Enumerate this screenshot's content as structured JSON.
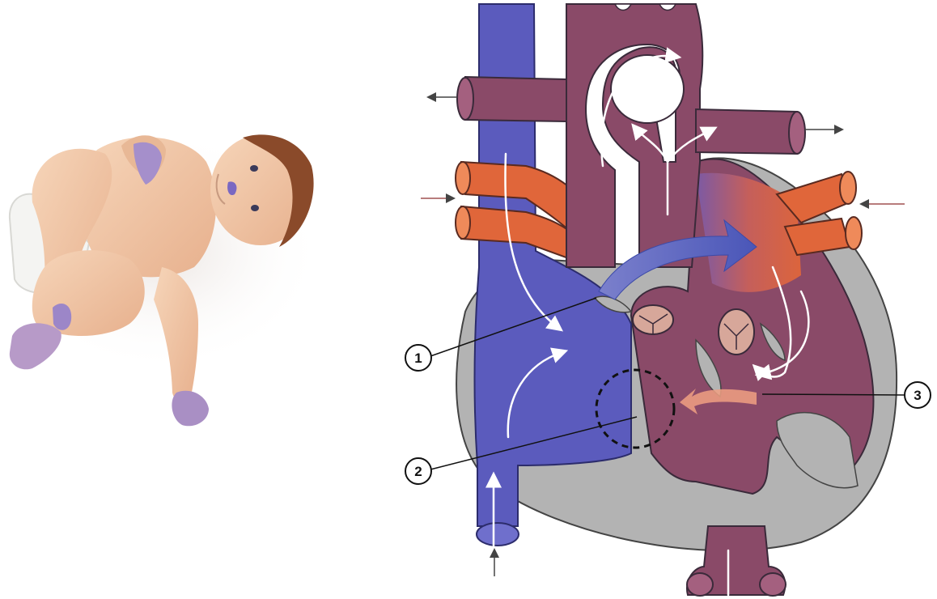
{
  "diagram": {
    "callouts": [
      {
        "id": 1,
        "label": "1"
      },
      {
        "id": 2,
        "label": "2"
      },
      {
        "id": 3,
        "label": "3"
      }
    ]
  },
  "colors": {
    "deoxygenated": "#5b5bbd",
    "mixed": "#8a4a68",
    "oxygenated": "#e0663a",
    "heart_wall": "#b3b3b3",
    "skin": "#f2c7a6",
    "cyanosis": "#8f74c2"
  }
}
